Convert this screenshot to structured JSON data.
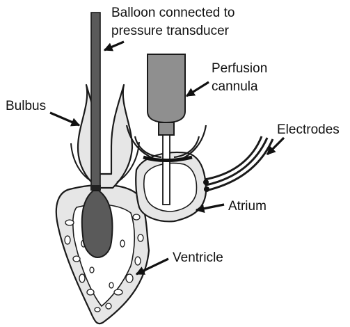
{
  "labels": {
    "balloon_line1": "Balloon connected to",
    "balloon_line2": "pressure transducer",
    "perfusion_line1": "Perfusion",
    "perfusion_line2": "cannula",
    "bulbus": "Bulbus",
    "electrodes": "Electrodes",
    "atrium": "Atrium",
    "ventricle": "Ventricle"
  },
  "colors": {
    "tissue": "#e6e6e6",
    "outline": "#1a1a1a",
    "balloon": "#5a5a5a",
    "cannula": "#8f8f8f",
    "text": "#111111"
  }
}
